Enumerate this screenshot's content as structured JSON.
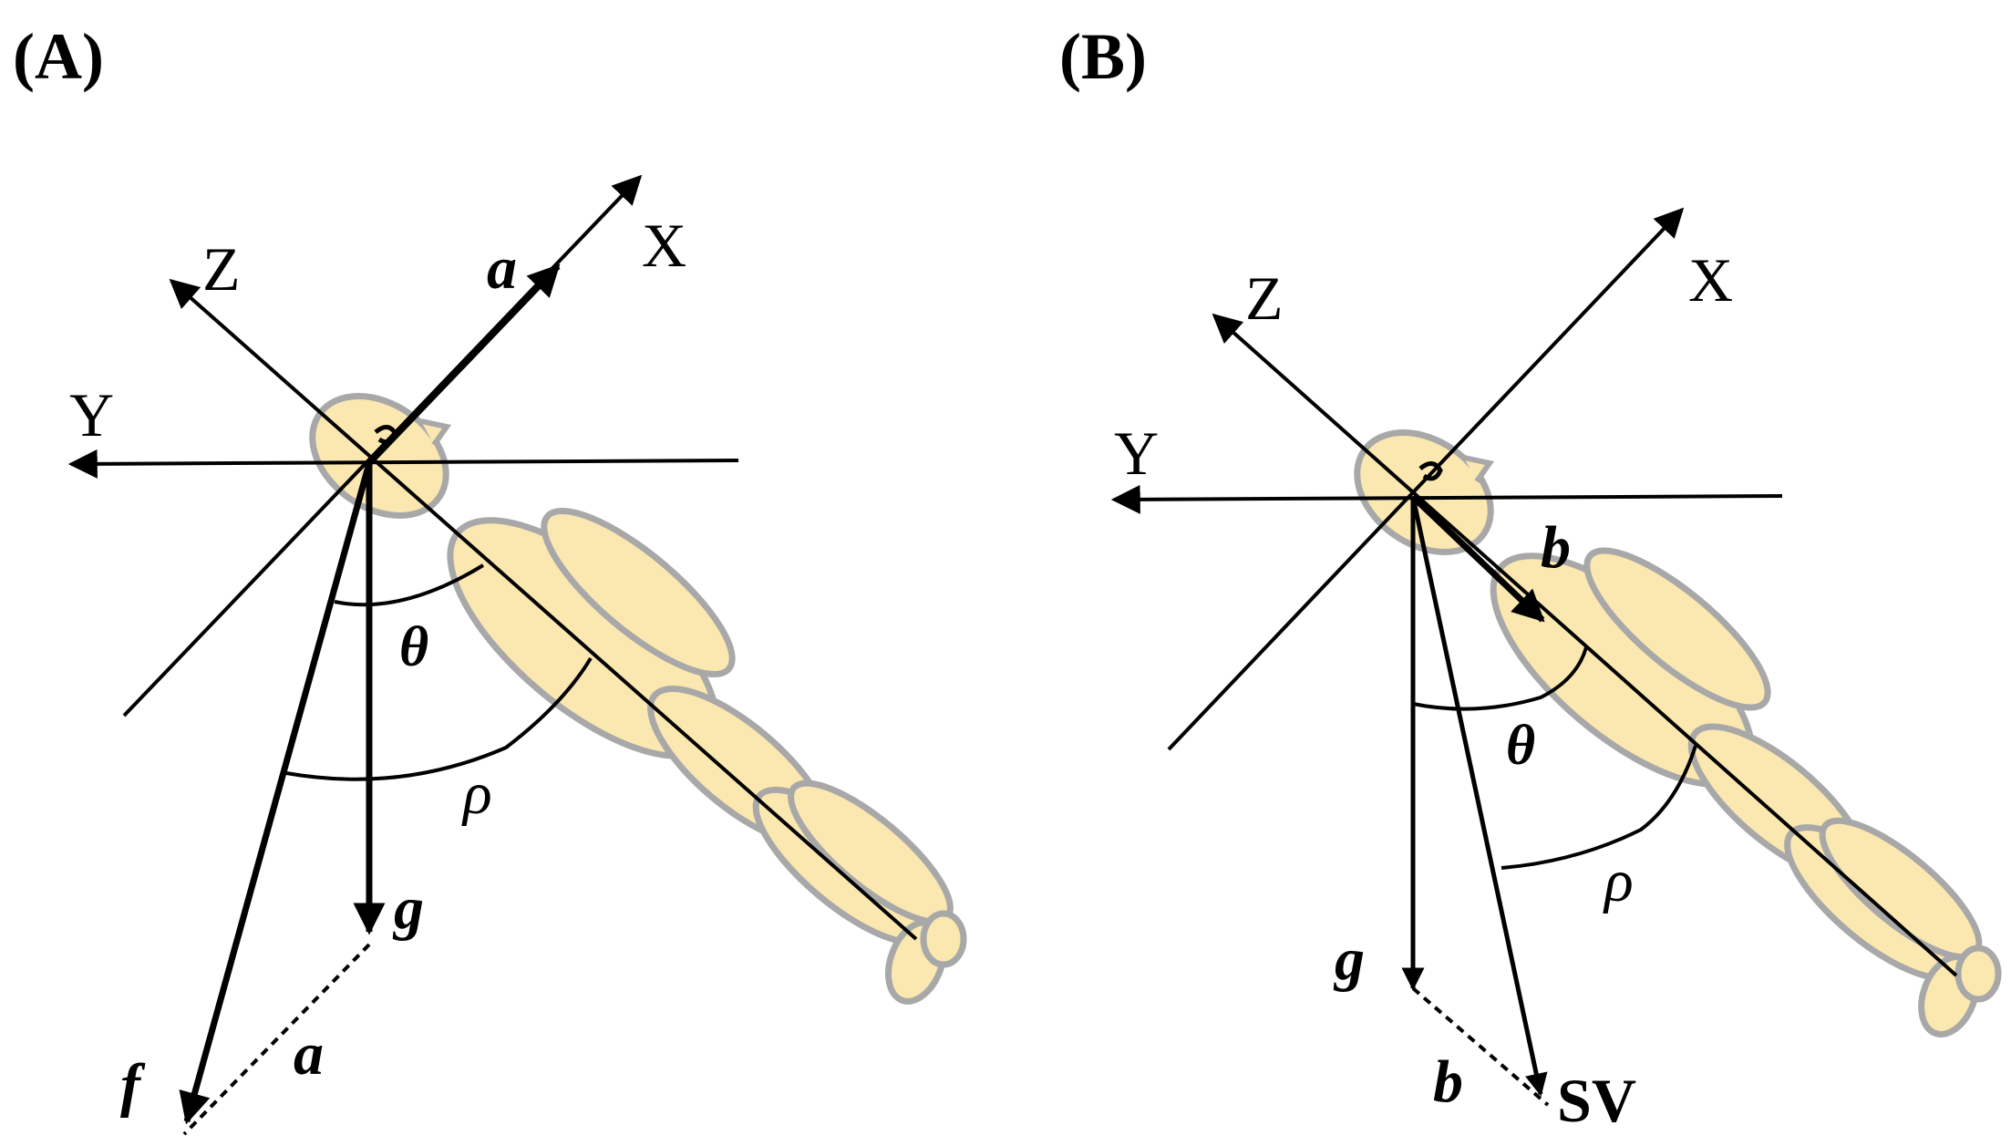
{
  "panels": [
    {
      "id": "A",
      "label": "(A)",
      "axes": {
        "x": "X",
        "y": "Y",
        "z": "Z"
      },
      "vectors": {
        "a": "a",
        "g": "g",
        "f": "f",
        "a_dashed": "a"
      },
      "angles": {
        "theta": "θ",
        "rho": "ρ"
      }
    },
    {
      "id": "B",
      "label": "(B)",
      "axes": {
        "x": "X",
        "y": "Y",
        "z": "Z"
      },
      "vectors": {
        "b": "b",
        "g": "g",
        "sv": "SV",
        "b_dashed": "b"
      },
      "angles": {
        "theta": "θ",
        "rho": "ρ"
      }
    }
  ],
  "colors": {
    "body_fill": "#fbe7b0",
    "body_outline": "#a8a8a8",
    "lines": "#000000"
  }
}
